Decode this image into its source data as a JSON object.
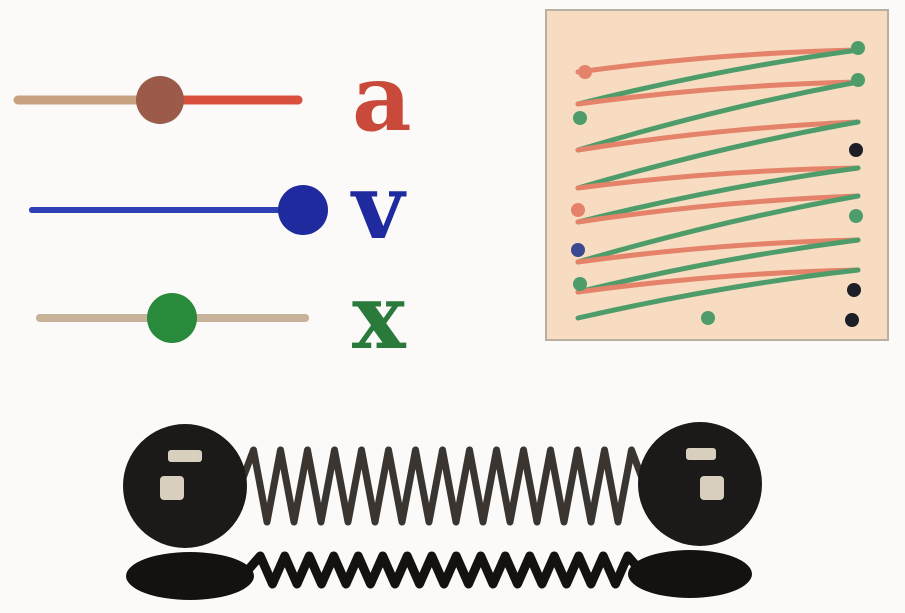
{
  "sliders": [
    {
      "label": "a",
      "track_color": "#c8a27e",
      "active_color": "#d9503f",
      "knob_color": "#9b5a4a",
      "value": 0.5
    },
    {
      "label": "v",
      "track_color": "#2f3fb5",
      "active_color": "#2f3fb5",
      "knob_color": "#1f2a9e",
      "value": 1.0
    },
    {
      "label": "x",
      "track_color": "#c8b29a",
      "active_color": "#c8b29a",
      "knob_color": "#2a8a3c",
      "value": 0.5
    }
  ],
  "trace_panel": {
    "background": "#f7dcc2",
    "border_color": "#b9b0a4",
    "colors": {
      "acceleration": "#e5836a",
      "velocity": "#4f9c6b",
      "position": "#3a4a8f",
      "marker": "#1e1e28"
    }
  },
  "spring_system": {
    "coil_color": "#3a3530",
    "ball_color": "#1c1a18",
    "shadow_color": "#141210",
    "highlight_color": "#d9cfbf"
  }
}
